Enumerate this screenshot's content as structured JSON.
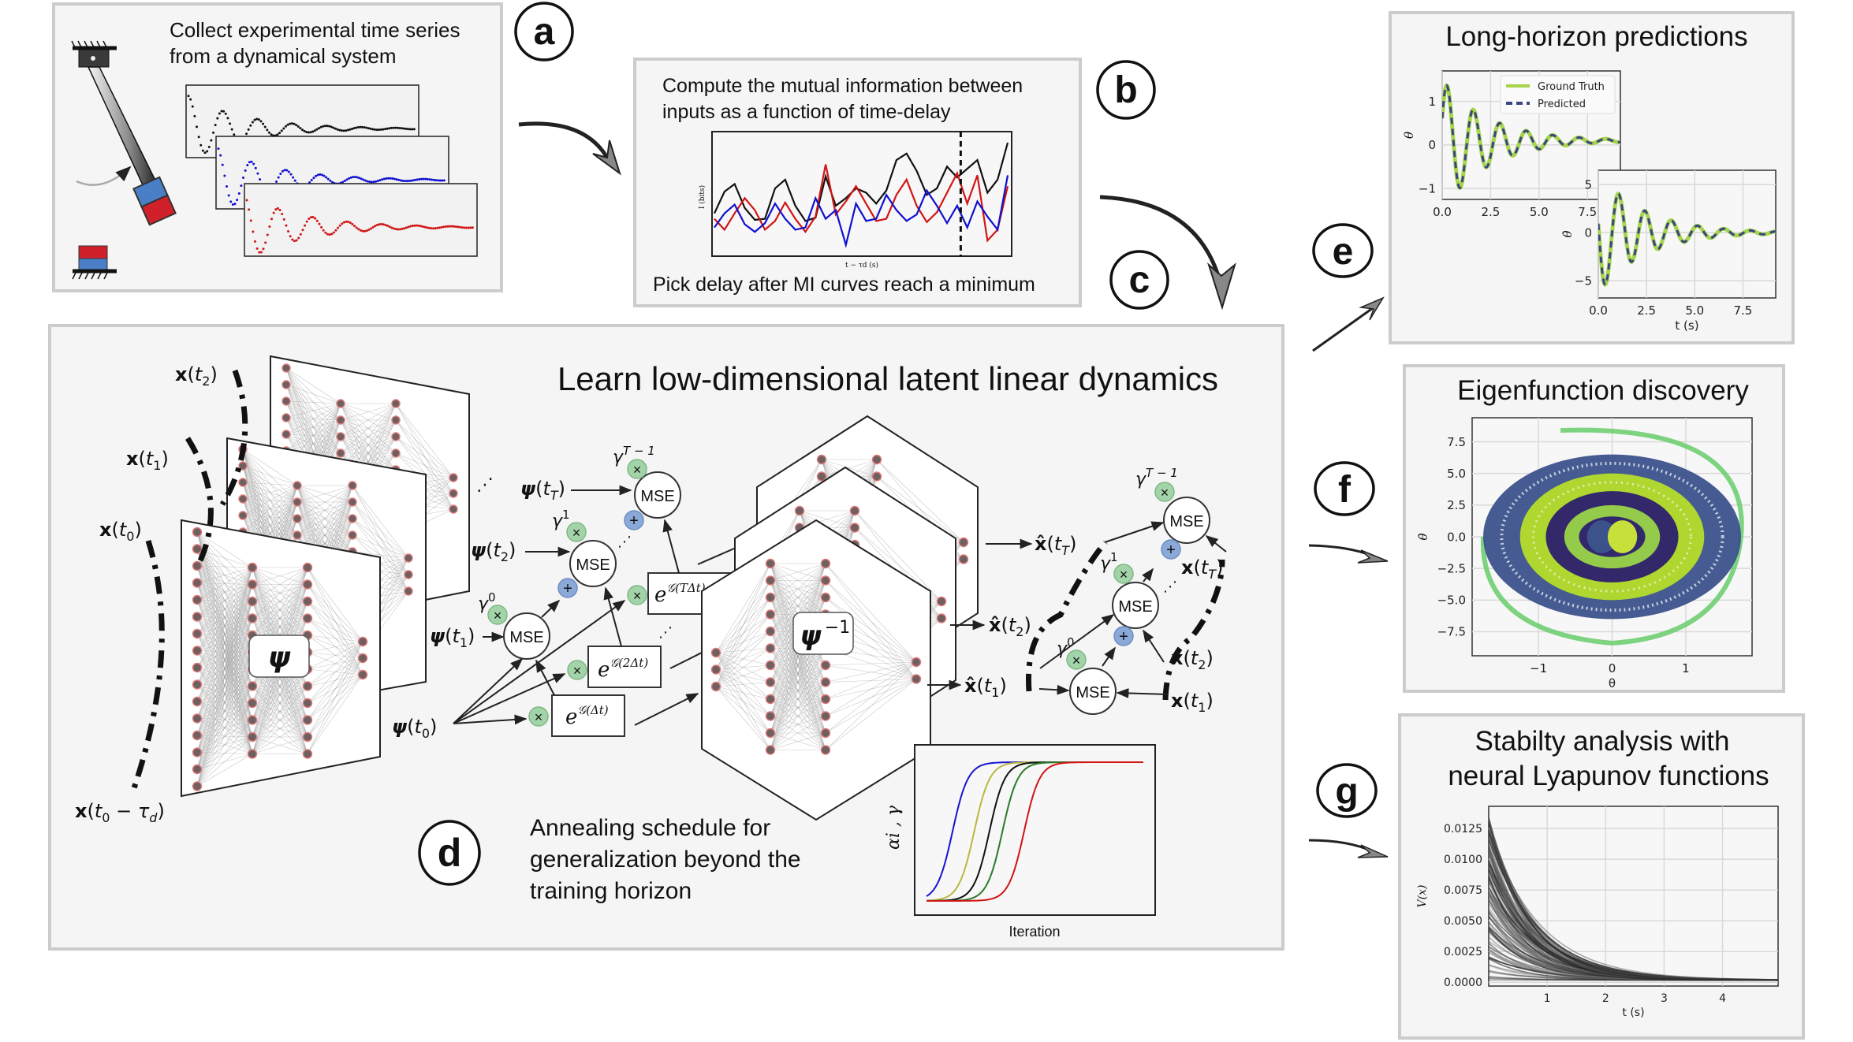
{
  "panels": {
    "a": {
      "letter": "a",
      "caption_line1": "Collect experimental time series",
      "caption_line2": "from a dynamical system",
      "series_colors": [
        "#111111",
        "#1010d0",
        "#d01515"
      ]
    },
    "b": {
      "letter": "b",
      "caption_line1": "Compute the mutual information between",
      "caption_line2": "inputs as a function of time-delay",
      "footer": "Pick delay after MI curves reach a minimum",
      "ylabel": "I (bits)",
      "xlabel": "t − τd (s)"
    },
    "c": {
      "letter": "c"
    },
    "d": {
      "letter": "d",
      "title": "Learn low-dimensional latent linear dynamics",
      "encoder_label": "ψ",
      "decoder_label": "ψ",
      "decoder_sup": "−1",
      "inputs": [
        "x(t2)",
        "x(t1)",
        "x(t0)",
        "x(t0 − τd)"
      ],
      "latents": [
        "ψ(tT)",
        "ψ(t2)",
        "ψ(t1)",
        "ψ(t0)"
      ],
      "mse_label": "MSE",
      "gammas": [
        "γ0",
        "γ1",
        "γT − 1"
      ],
      "exp_boxes": [
        "e^G(Δt)",
        "e^G(2Δt)",
        "e^G(TΔt)"
      ],
      "recon_outputs": [
        "x̂(tT)",
        "x̂(t2)",
        "x̂(t1)"
      ],
      "targets": [
        "x(tT)",
        "x(t2)",
        "x(t1)"
      ],
      "annealing_caption": [
        "Annealing schedule for",
        "generalization beyond the",
        "training horizon"
      ],
      "annealing_ylabel": "αi , γ",
      "annealing_xlabel": "Iteration"
    },
    "e": {
      "letter": "e",
      "title": "Long-horizon predictions"
    },
    "f": {
      "letter": "f",
      "title": "Eigenfunction discovery"
    },
    "g": {
      "letter": "g",
      "title_line1": "Stabilty analysis with",
      "title_line2": "neural Lyapunov functions"
    }
  },
  "chart_data": [
    {
      "id": "mutual_information",
      "type": "line",
      "title": "",
      "xlabel": "t − τd (s)",
      "ylabel": "I (bits)",
      "series": [
        {
          "name": "black",
          "color": "#111111",
          "values": [
            0.35,
            0.55,
            0.62,
            0.4,
            0.29,
            0.3,
            0.58,
            0.66,
            0.42,
            0.28,
            0.31,
            0.69,
            0.42,
            0.49,
            0.58,
            0.54,
            0.44,
            0.56,
            0.84,
            0.9,
            0.74,
            0.52,
            0.58,
            0.78,
            0.68,
            0.76,
            0.84,
            0.54,
            0.66,
            1.0
          ]
        },
        {
          "name": "red",
          "color": "#d01515",
          "values": [
            0.3,
            0.2,
            0.35,
            0.49,
            0.38,
            0.2,
            0.28,
            0.45,
            0.3,
            0.18,
            0.32,
            0.8,
            0.34,
            0.46,
            0.6,
            0.44,
            0.28,
            0.3,
            0.52,
            0.66,
            0.42,
            0.27,
            0.36,
            0.54,
            0.72,
            0.44,
            0.7,
            0.1,
            0.2,
            0.6
          ]
        },
        {
          "name": "blue",
          "color": "#1010d0",
          "values": [
            0.22,
            0.35,
            0.43,
            0.25,
            0.18,
            0.26,
            0.44,
            0.3,
            0.2,
            0.22,
            0.49,
            0.3,
            0.38,
            0.06,
            0.44,
            0.28,
            0.3,
            0.52,
            0.38,
            0.28,
            0.34,
            0.56,
            0.42,
            0.26,
            0.42,
            0.22,
            0.46,
            0.32,
            0.2,
            0.7
          ]
        }
      ],
      "annotation": "dashed vertical line at selected delay (~83% of x-range)",
      "selected_delay_fraction": 0.83
    },
    {
      "id": "long_horizon_theta",
      "type": "line",
      "xlabel": "",
      "ylabel": "θ",
      "xlim": [
        0,
        9.2
      ],
      "ylim": [
        -1.25,
        1.7
      ],
      "xticks": [
        "0.0",
        "2.5",
        "5.0",
        "7.5"
      ],
      "yticks": [
        "−1",
        "0",
        "1"
      ],
      "legend": [
        "Ground Truth",
        "Predicted"
      ],
      "legend_position": "top-right",
      "series": [
        {
          "name": "Ground Truth",
          "color": "#a6d44a",
          "style": "solid"
        },
        {
          "name": "Predicted",
          "color": "#3a4683",
          "style": "dashed"
        }
      ],
      "model": {
        "amplitude": 1.5,
        "decay": 0.42,
        "omega": 4.6,
        "offset": 0.1,
        "t_max": 9.2
      }
    },
    {
      "id": "long_horizon_thetadot",
      "type": "line",
      "xlabel": "t (s)",
      "ylabel": "θ̇",
      "xlim": [
        0,
        9.2
      ],
      "ylim": [
        -6.8,
        6.5
      ],
      "xticks": [
        "0.0",
        "2.5",
        "5.0",
        "7.5"
      ],
      "yticks": [
        "−5",
        "0",
        "5"
      ],
      "series": [
        {
          "name": "Ground Truth",
          "color": "#a6d44a",
          "style": "solid"
        },
        {
          "name": "Predicted",
          "color": "#3a4683",
          "style": "dashed"
        }
      ],
      "model": {
        "amplitude": 6.3,
        "decay": 0.42,
        "omega": 4.6,
        "offset": 0.0,
        "t_max": 9.2
      }
    },
    {
      "id": "eigenfunction_phase",
      "type": "scatter",
      "xlabel": "θ",
      "ylabel": "θ̇",
      "xlim": [
        -1.9,
        1.9
      ],
      "ylim": [
        -9.4,
        9.4
      ],
      "xticks": [
        "−1",
        "0",
        "1"
      ],
      "yticks": [
        "7.5",
        "5.0",
        "2.5",
        "0.0",
        "−2.5",
        "−5.0",
        "−7.5"
      ],
      "colormap": [
        "#440154",
        "#3b528b",
        "#21918c",
        "#5ec962",
        "#b5de2b",
        "#fde725"
      ],
      "rings": [
        {
          "rx": 1.75,
          "ry": 6.5,
          "band": "#3b528b"
        },
        {
          "rx": 1.25,
          "ry": 5.0,
          "band": "#b5de2b"
        },
        {
          "rx": 0.9,
          "ry": 3.6,
          "band": "#2c1f6e"
        },
        {
          "rx": 0.65,
          "ry": 2.5,
          "band": "#9ad44a"
        },
        {
          "rx": 0.45,
          "ry": 1.6,
          "band": "#2c1f6e"
        }
      ]
    },
    {
      "id": "lyapunov",
      "type": "line",
      "xlabel": "t (s)",
      "ylabel": "V(x)",
      "xlim": [
        0,
        4.95
      ],
      "ylim": [
        -0.0003,
        0.0143
      ],
      "xticks": [
        "1",
        "2",
        "3",
        "4"
      ],
      "yticks": [
        "0.0000",
        "0.0025",
        "0.0050",
        "0.0075",
        "0.0100",
        "0.0125"
      ],
      "trajectories": "many (~120) gray/black traces decaying from V0 in [0, 0.0133] to ~0.0002",
      "decay_rate": 1.35
    },
    {
      "id": "annealing_schedule",
      "type": "line",
      "xlabel": "Iteration",
      "ylabel": "αi , γ",
      "series": [
        {
          "name": "blue",
          "color": "#1515d0",
          "midpoint": 0.12
        },
        {
          "name": "yellow",
          "color": "#b8b840",
          "midpoint": 0.22
        },
        {
          "name": "black",
          "color": "#111111",
          "midpoint": 0.29
        },
        {
          "name": "green",
          "color": "#2a7a2a",
          "midpoint": 0.35
        },
        {
          "name": "red",
          "color": "#d01515",
          "midpoint": 0.45
        }
      ]
    }
  ]
}
